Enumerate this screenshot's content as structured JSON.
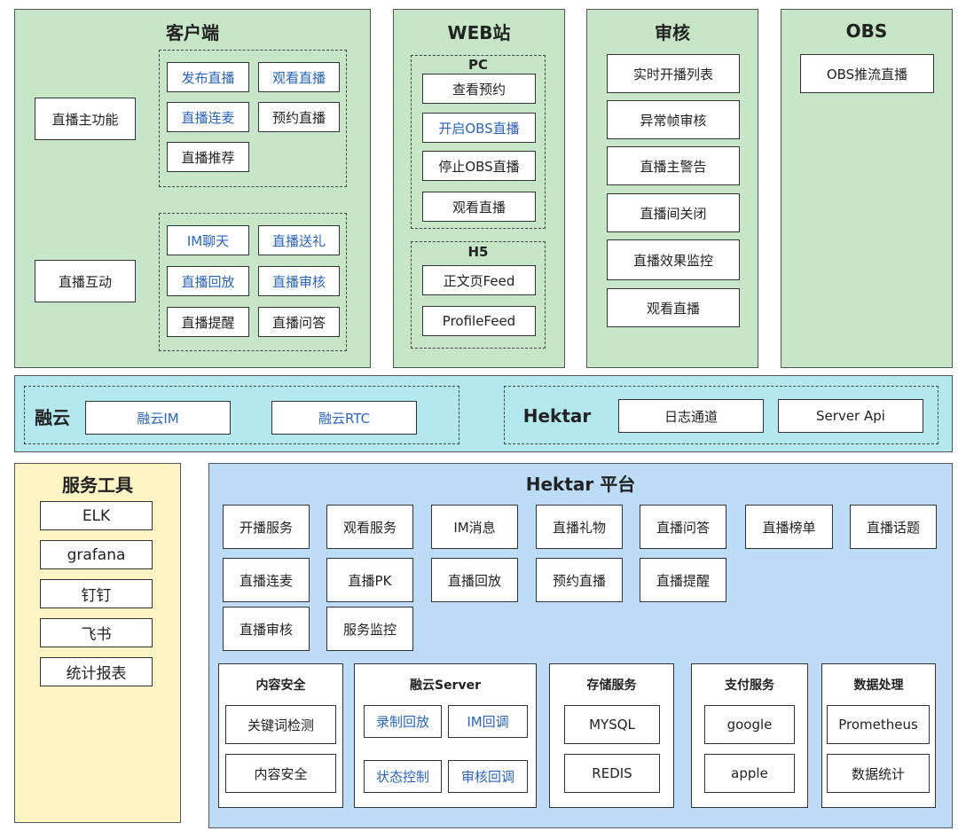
{
  "client": {
    "title": "客户端",
    "host_label": "直播主功能",
    "interact_label": "直播互动",
    "host_items": [
      "发布直播",
      "观看直播",
      "直播连麦",
      "预约直播",
      "直播推荐"
    ],
    "interact_items": [
      "IM聊天",
      "直播送礼",
      "直播回放",
      "直播审核",
      "直播提醒",
      "直播问答"
    ]
  },
  "web": {
    "title": "WEB站",
    "pc_label": "PC",
    "pc_items": [
      "查看预约",
      "开启OBS直播",
      "停止OBS直播",
      "观看直播"
    ],
    "h5_label": "H5",
    "h5_items": [
      "正文页Feed",
      "ProfileFeed"
    ]
  },
  "review": {
    "title": "审核",
    "items": [
      "实时开播列表",
      "异常帧审核",
      "直播主警告",
      "直播间关闭",
      "直播效果监控",
      "观看直播"
    ]
  },
  "obs": {
    "title": "OBS",
    "items": [
      "OBS推流直播"
    ]
  },
  "middle": {
    "rongyun_label": "融云",
    "rongyun_items": [
      "融云IM",
      "融云RTC"
    ],
    "hektar_label": "Hektar",
    "hektar_items": [
      "日志通道",
      "Server Api"
    ]
  },
  "tools": {
    "title": "服务工具",
    "items": [
      "ELK",
      "grafana",
      "钉钉",
      "飞书",
      "统计报表"
    ]
  },
  "platform": {
    "title": "Hektar 平台",
    "services": [
      "开播服务",
      "观看服务",
      "IM消息",
      "直播礼物",
      "直播问答",
      "直播榜单",
      "直播话题",
      "直播连麦",
      "直播PK",
      "直播回放",
      "预约直播",
      "直播提醒",
      "直播审核",
      "服务监控"
    ],
    "content_safety": {
      "title": "内容安全",
      "items": [
        "关键词检测",
        "内容安全"
      ]
    },
    "rongyun_server": {
      "title": "融云Server",
      "items": [
        "录制回放",
        "IM回调",
        "状态控制",
        "审核回调"
      ]
    },
    "storage": {
      "title": "存储服务",
      "items": [
        "MYSQL",
        "REDIS"
      ]
    },
    "payment": {
      "title": "支付服务",
      "items": [
        "google",
        "apple"
      ]
    },
    "data": {
      "title": "数据处理",
      "items": [
        "Prometheus",
        "数据统计"
      ]
    }
  }
}
